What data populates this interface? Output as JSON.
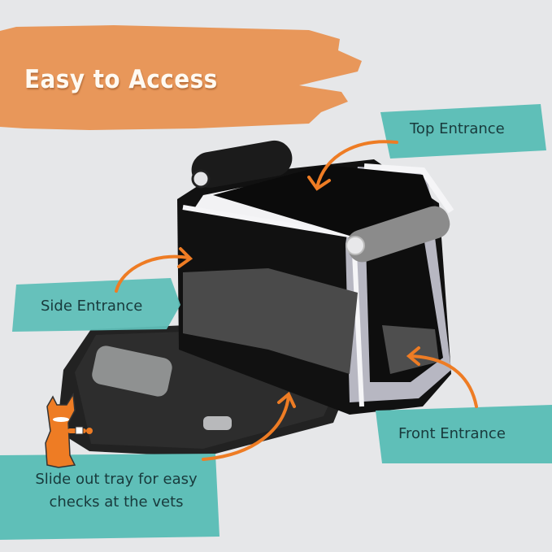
{
  "headline": {
    "text": "Easy to Access",
    "banner_color": "#e8975a",
    "text_color": "#fffaf2"
  },
  "callouts": [
    {
      "id": "top",
      "label": "Top Entrance"
    },
    {
      "id": "side",
      "label": "Side Entrance"
    },
    {
      "id": "front",
      "label": "Front Entrance"
    },
    {
      "id": "tray",
      "label": "Slide out tray for easy checks at the vets"
    }
  ],
  "colors": {
    "background": "#e6e7e9",
    "callout_fill": "#5fbfb8",
    "callout_text": "#183a3c",
    "arrow": "#ee7c24",
    "cat_orange": "#ee7c24"
  },
  "product": {
    "name": "pet carrier",
    "color_scheme": "black / grey / white"
  },
  "illustration": {
    "name": "cartoon cat with bandaged paw"
  }
}
